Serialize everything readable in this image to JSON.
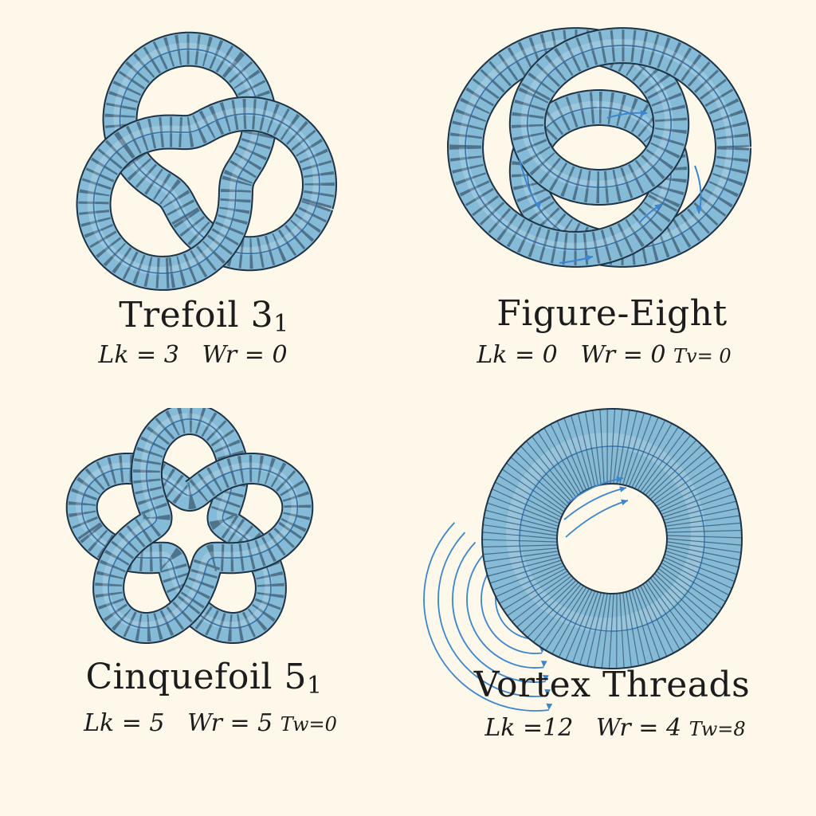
{
  "colors": {
    "background": "#fdf8ea",
    "tube": "#86bbd8",
    "tube_outline": "#1f3344",
    "twist_lines": "#22384a",
    "core_line": "#1f5f9a",
    "red_curve": "#b5452d",
    "flow_arrows": "#3b86d0",
    "text": "#1c1c1c"
  },
  "panels": [
    {
      "title": "Trefoil 3",
      "subscript": "1",
      "stats": {
        "lk": "Lk = 3",
        "wr": "Wr = 0"
      },
      "icon": "trefoil-knot-icon"
    },
    {
      "title": "Figure-Eight",
      "stats": {
        "lk": "Lk = 0",
        "wr": "Wr = 0",
        "tw": "Tv= 0"
      },
      "icon": "figure-eight-knot-icon"
    },
    {
      "title": "Cinquefoil 5",
      "subscript": "1",
      "stats": {
        "lk": "Lk = 5",
        "wr": "Wr = 5",
        "tw": "Tw=0"
      },
      "icon": "cinquefoil-knot-icon"
    },
    {
      "title": "Vortex Threads",
      "stats": {
        "lk": "Lk =12",
        "wr": "Wr = 4",
        "tw": "Tw=8"
      },
      "icon": "vortex-torus-icon"
    }
  ]
}
